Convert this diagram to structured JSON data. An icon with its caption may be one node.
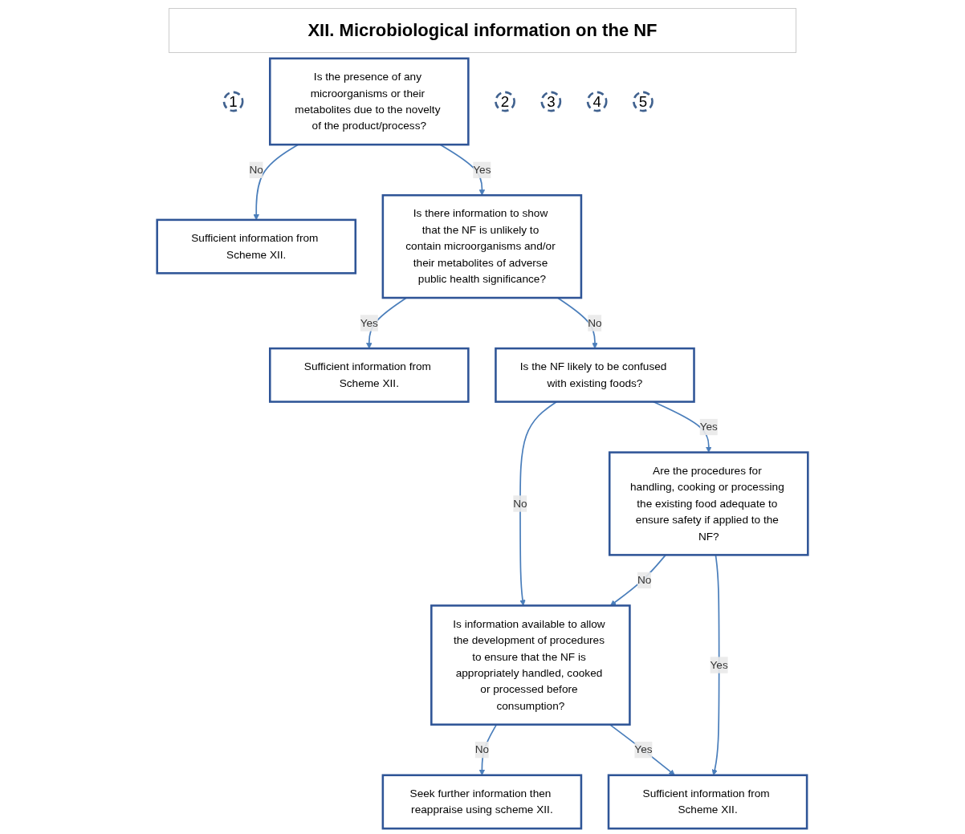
{
  "diagram": {
    "title": "XII. Microbiological information on the NF",
    "nodes": [
      {
        "text": [
          "1"
        ]
      },
      {
        "text": [
          "Is the presence of any microorganisms or their metabolites due to the novelty of the product/process?"
        ]
      },
      {
        "text": [
          "Sufficient information from Scheme XII."
        ]
      },
      {
        "text": [
          "2"
        ]
      },
      {
        "text": [
          "Is there information to show that the NF is unlikely to contain microorganisms and/or their metabolites of adverse public health significance?"
        ]
      },
      {
        "text": [
          "Sufficient information from Scheme XII."
        ]
      },
      {
        "text": [
          "3"
        ]
      },
      {
        "text": [
          "Is the NF likely to be confused with existing foods?"
        ]
      },
      {
        "text": [
          "4"
        ]
      },
      {
        "text": [
          "Is information available to allow the development of procedures to ensure that the NF is appropriately handled, cooked or processed before consumption?"
        ]
      },
      {
        "text": [
          "Seek further information then reappraise using scheme XII."
        ]
      },
      {
        "text": [
          "5"
        ]
      },
      {
        "text": [
          "Are the procedures for handling, cooking or processing the existing food adequate to ensure safety if applied to the NF?"
        ]
      },
      {
        "text": [
          "Sufficient information from Scheme XII."
        ]
      }
    ],
    "edges": [
      {
        "from": 1,
        "to": 2,
        "arrow": "to",
        "label": "No"
      },
      {
        "from": 1,
        "to": 4,
        "arrow": "to",
        "label": "Yes"
      },
      {
        "from": 4,
        "to": 5,
        "arrow": "to",
        "label": "Yes"
      },
      {
        "from": 4,
        "to": 7,
        "arrow": "to",
        "label": "No"
      },
      {
        "from": 7,
        "to": 9,
        "arrow": "to",
        "label": "No"
      },
      {
        "from": 9,
        "to": 10,
        "arrow": "to",
        "label": "No"
      },
      {
        "from": 7,
        "to": 12,
        "arrow": "to",
        "label": "Yes"
      },
      {
        "from": 12,
        "to": 9,
        "arrow": "to",
        "label": "No"
      },
      {
        "from": 9,
        "to": 13,
        "arrow": "to",
        "label": "Yes"
      },
      {
        "from": 12,
        "to": 13,
        "arrow": "to",
        "label": "Yes"
      }
    ]
  }
}
